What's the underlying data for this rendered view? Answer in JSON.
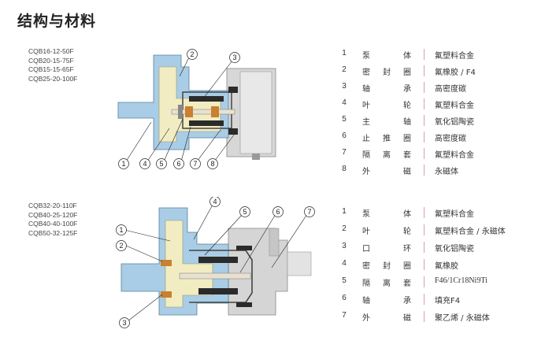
{
  "title": "结构与材料",
  "section1": {
    "models": [
      "CQB16-12-50F",
      "CQB20-15-75F",
      "CQB15-15-65F",
      "CQB25-20-100F"
    ],
    "callouts": [
      "1",
      "2",
      "3",
      "4",
      "5",
      "6",
      "7",
      "8"
    ],
    "parts": [
      {
        "num": "1",
        "name": "泵体",
        "material": "氟塑料合金"
      },
      {
        "num": "2",
        "name": "密封圈",
        "material": "氟橡胶 / F4"
      },
      {
        "num": "3",
        "name": "轴承",
        "material": "高密度碳"
      },
      {
        "num": "4",
        "name": "叶轮",
        "material": "氟塑料合金"
      },
      {
        "num": "5",
        "name": "主轴",
        "material": "氧化铝陶瓷"
      },
      {
        "num": "6",
        "name": "止推圈",
        "material": "高密度碳"
      },
      {
        "num": "7",
        "name": "隔离套",
        "material": "氟塑料合金"
      },
      {
        "num": "8",
        "name": "外磁",
        "material": "永磁体"
      }
    ]
  },
  "section2": {
    "models": [
      "CQB32-20-110F",
      "CQB40-25-120F",
      "CQB40-40-100F",
      "CQB50-32-125F"
    ],
    "callouts": [
      "1",
      "2",
      "3",
      "4",
      "5",
      "6",
      "7"
    ],
    "parts": [
      {
        "num": "1",
        "name": "泵体",
        "material": "氟塑料合金"
      },
      {
        "num": "2",
        "name": "叶轮",
        "material": "氟塑料合金 / 永磁体"
      },
      {
        "num": "3",
        "name": "口环",
        "material": "氧化铝陶瓷"
      },
      {
        "num": "4",
        "name": "密封圈",
        "material": "氟橡胶"
      },
      {
        "num": "5",
        "name": "隔离套",
        "material": "F46/1Cr18Ni9Ti"
      },
      {
        "num": "6",
        "name": "轴承",
        "material": "填充F4"
      },
      {
        "num": "7",
        "name": "外磁",
        "material": "聚乙烯 / 永磁体"
      }
    ]
  },
  "colors": {
    "pump_body": "#a9cde6",
    "insert": "#f1ecc2",
    "magnet": "#2b2b2b",
    "carbon": "#c9802f",
    "divider": "#d9a0a0",
    "motor": "#d5d5d5"
  }
}
